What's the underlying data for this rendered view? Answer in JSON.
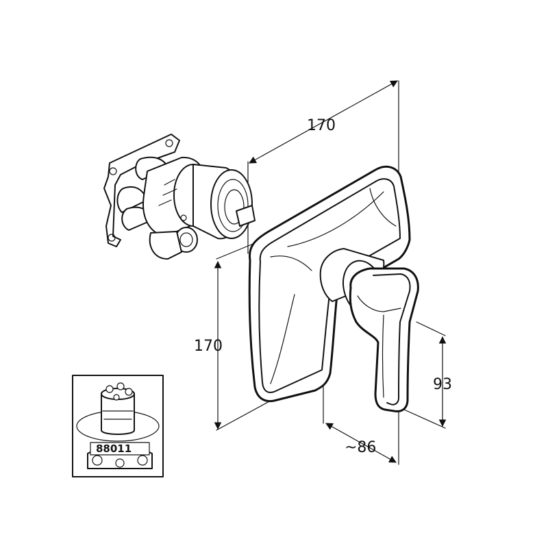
{
  "dimensions": {
    "top_width": "170",
    "left_height": "170",
    "lever_height": "93",
    "depth": "~86"
  },
  "inset": {
    "part_number": "88011"
  },
  "colors": {
    "line": "#111111",
    "background": "#ffffff"
  }
}
